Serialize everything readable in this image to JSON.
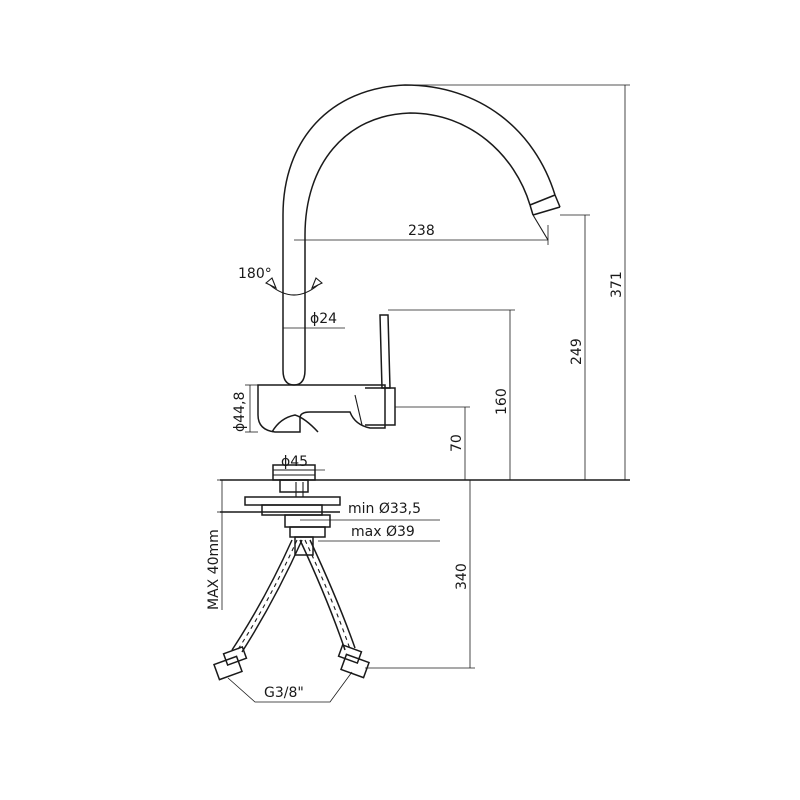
{
  "dimensions": {
    "spout_reach": "238",
    "rotation": "180°",
    "spout_diameter": "ϕ24",
    "body_diameter": "ϕ44,8",
    "base_diameter": "ϕ45",
    "lever_height": "160",
    "base_height": "70",
    "outlet_height": "249",
    "total_height": "371",
    "hole_min": "min Ø33,5",
    "hole_max": "max Ø39",
    "max_thickness": "MAX 40mm",
    "hose_length": "340",
    "hose_thread": "G3/8\""
  },
  "colors": {
    "line": "#1a1a1a",
    "background": "#ffffff"
  }
}
